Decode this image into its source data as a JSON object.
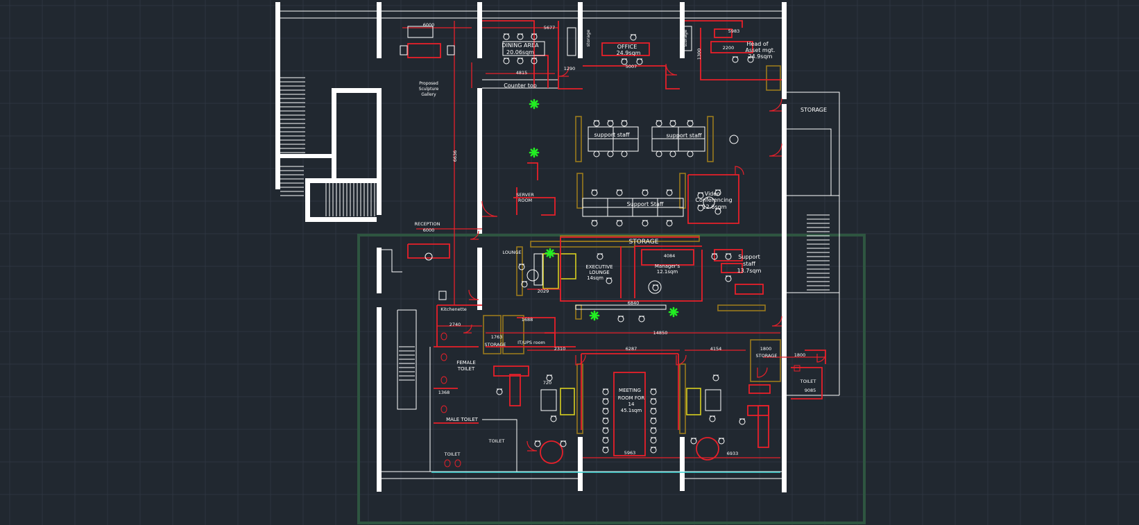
{
  "drawing": {
    "background": "#212830",
    "grid_color": "#2d3540",
    "wall_color": "#ffffff",
    "red_color": "#e8202a",
    "yellow_color": "#d8d020",
    "olive_color": "#9a7a1c",
    "green_color": "#22ee22",
    "selection_color": "#2e5540",
    "cyan_color": "#3ad0d0"
  },
  "rooms": {
    "dining": "DINING AREA",
    "dining_area": "20.06sqm",
    "counter": "Counter top",
    "storage_small_1": "storage",
    "storage_small_2": "storage",
    "office": "OFFICE",
    "office_area": "24.9sqm",
    "head_1": "Head of",
    "head_2": "Asset mgt.",
    "head_area": "24.9sqm",
    "sculpture_1": "Proposed",
    "sculpture_2": "Sculpture",
    "sculpture_3": "Gallery",
    "storage_right": "STORAGE",
    "support_1": "support staff",
    "support_2": "support staff",
    "support_3": "Support Staff",
    "server_1": "SERVER",
    "server_2": "ROOM",
    "video_1": "Video",
    "video_2": "Conferencing",
    "video_3": "12.6sqm",
    "reception": "RECEPTION",
    "storage_mid": "STORAGE",
    "lounge": "LOUNGE",
    "exec_1": "EXECUTIVE",
    "exec_2": "LOUNGE",
    "exec_3": "14sqm",
    "manager_1": "Manager's",
    "manager_2": "12.1sqm",
    "support4_1": "Support",
    "support4_2": "staff",
    "support4_3": "13.7sqm",
    "kitchenette": "Kitchenette",
    "storage_low": "STORAGE",
    "it_room": "IT/UPS room",
    "storage_low_right": "STORAGE",
    "female_1": "FEMALE",
    "female_2": "TOILET",
    "male": "MALE TOILET",
    "toilet_1": "TOILET",
    "toilet_2": "TOILET",
    "toilet_3": "TOILET",
    "meeting_1": "MEETING",
    "meeting_2": "ROOM FOR",
    "meeting_3": "14",
    "meeting_4": "45.1sqm"
  },
  "dimensions": {
    "d6000_top": "6000",
    "d5677": "5677",
    "d5983": "5983",
    "d4815": "4815",
    "d1290": "1290",
    "d2200": "2200",
    "d5007": "5007",
    "d1300": "1300",
    "d6000_bot": "6000",
    "d6636": "6636",
    "d4084": "4084",
    "d2029": "2029",
    "d6840": "6840",
    "d2740": "2740",
    "d1688": "1688",
    "d1763": "1763",
    "d14850": "14850",
    "d2310": "2310",
    "d6287": "6287",
    "d4154": "4154",
    "d1800a": "1800",
    "d1800b": "1800",
    "d720": "720",
    "d5963": "5963",
    "d6933": "6933",
    "d1368": "1368",
    "d9085": "9085"
  }
}
